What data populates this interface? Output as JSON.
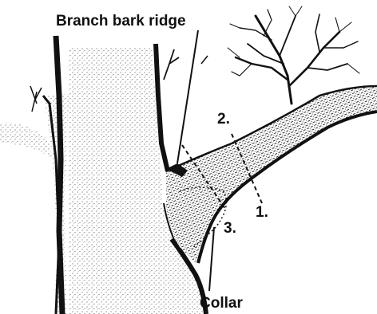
{
  "labels": {
    "branch_bark_ridge": "Branch bark ridge",
    "collar": "Collar",
    "cut_1": "1.",
    "cut_2": "2.",
    "cut_3": "3."
  },
  "colors": {
    "ink": "#111111",
    "paper": "#ffffff"
  }
}
